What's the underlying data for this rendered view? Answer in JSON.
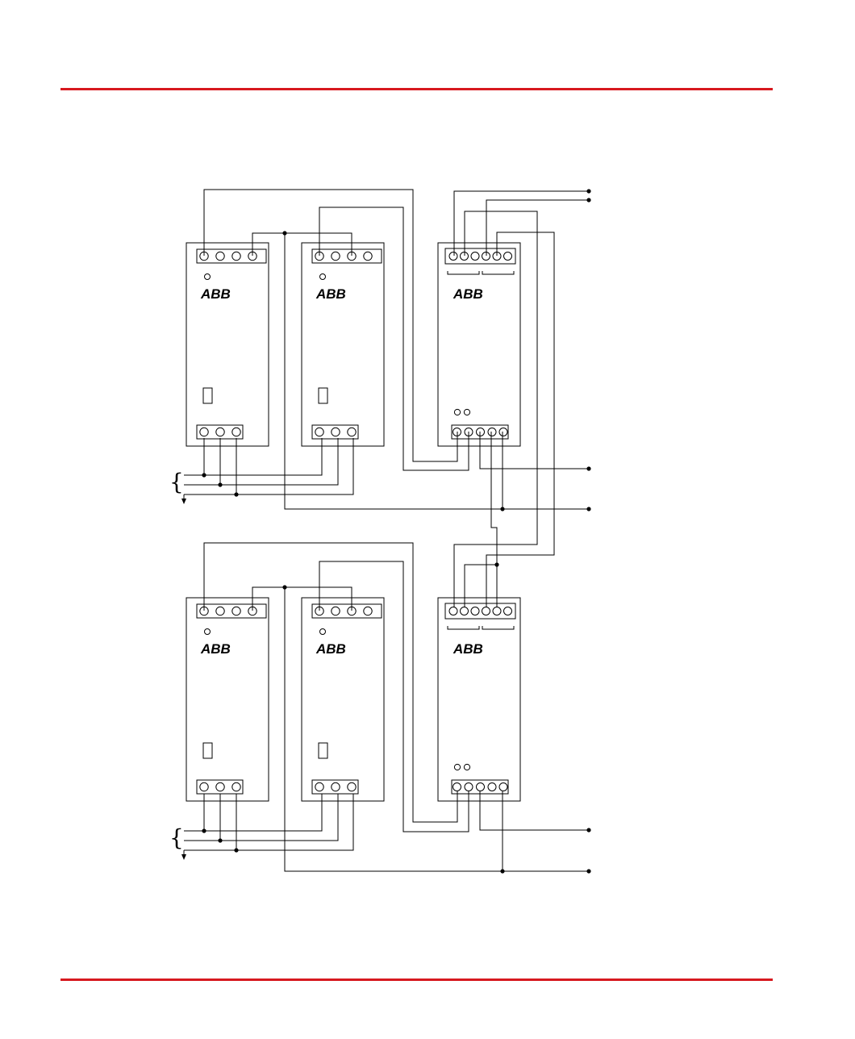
{
  "colors": {
    "rule": "#d7191f",
    "line": "#000000"
  },
  "module_brand": "ABB",
  "groups": [
    {
      "id": "upper",
      "modules": [
        "power-supply-1",
        "power-supply-2",
        "redundancy-module"
      ]
    },
    {
      "id": "lower",
      "modules": [
        "power-supply-1",
        "power-supply-2",
        "redundancy-module"
      ]
    }
  ],
  "icons": [
    "brace-icon",
    "ground-arrow-icon",
    "led-icon",
    "terminal-screw-icon"
  ]
}
